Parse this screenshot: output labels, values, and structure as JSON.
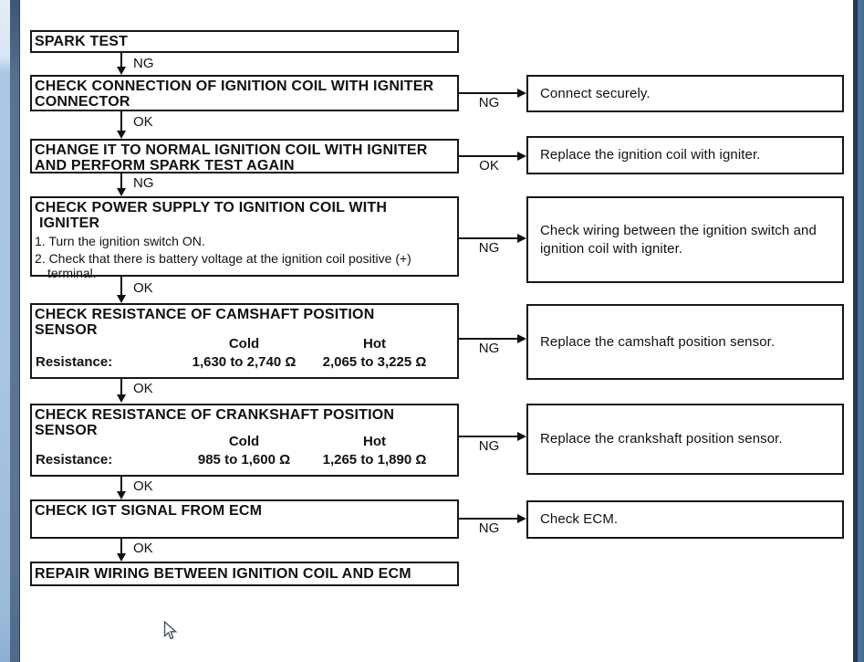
{
  "colors": {
    "box_border": "#161616",
    "left_strip_light": "#a8c5e1",
    "left_strip_dark": "#5d7592",
    "right_edge_line": "#24364e",
    "right_strip": "#47698f",
    "background": "#ffffff"
  },
  "flowchart": {
    "steps": [
      {
        "lines": [
          "SPARK TEST"
        ]
      },
      {
        "lines": [
          "CHECK CONNECTION OF IGNITION COIL WITH IGNITER",
          "CONNECTOR"
        ]
      },
      {
        "lines": [
          "CHANGE IT TO NORMAL IGNITION COIL WITH IGNITER",
          "AND PERFORM SPARK TEST AGAIN"
        ]
      },
      {
        "lines": [
          "CHECK POWER SUPPLY TO IGNITION COIL WITH",
          "IGNITER"
        ],
        "items": [
          "1. Turn the ignition switch ON.",
          "2. Check that there is battery voltage at the ignition coil positive (+)",
          "terminal."
        ]
      },
      {
        "lines": [
          "CHECK RESISTANCE OF CAMSHAFT POSITION",
          "SENSOR"
        ],
        "table": {
          "label": "Resistance:",
          "cold_header": "Cold",
          "hot_header": "Hot",
          "cold": "1,630 to 2,740 Ω",
          "hot": "2,065 to 3,225 Ω"
        }
      },
      {
        "lines": [
          "CHECK RESISTANCE OF CRANKSHAFT POSITION",
          "SENSOR"
        ],
        "table": {
          "label": "Resistance:",
          "cold_header": "Cold",
          "hot_header": "Hot",
          "cold": "985 to 1,600 Ω",
          "hot": "1,265 to 1,890 Ω"
        }
      },
      {
        "lines": [
          "CHECK IGT SIGNAL FROM ECM"
        ]
      },
      {
        "lines": [
          "REPAIR WIRING BETWEEN IGNITION COIL AND ECM"
        ]
      }
    ],
    "vertical_labels": [
      "NG",
      "OK",
      "NG",
      "OK",
      "OK",
      "OK",
      "OK"
    ],
    "branches": [
      {
        "label": "NG",
        "action": "Connect securely."
      },
      {
        "label": "OK",
        "action": "Replace the ignition coil with igniter."
      },
      {
        "label": "NG",
        "action": "Check wiring between the ignition switch and ignition coil with igniter."
      },
      {
        "label": "NG",
        "action": "Replace the camshaft position sensor."
      },
      {
        "label": "NG",
        "action": "Replace the crankshaft position sensor."
      },
      {
        "label": "NG",
        "action": "Check ECM."
      }
    ]
  }
}
